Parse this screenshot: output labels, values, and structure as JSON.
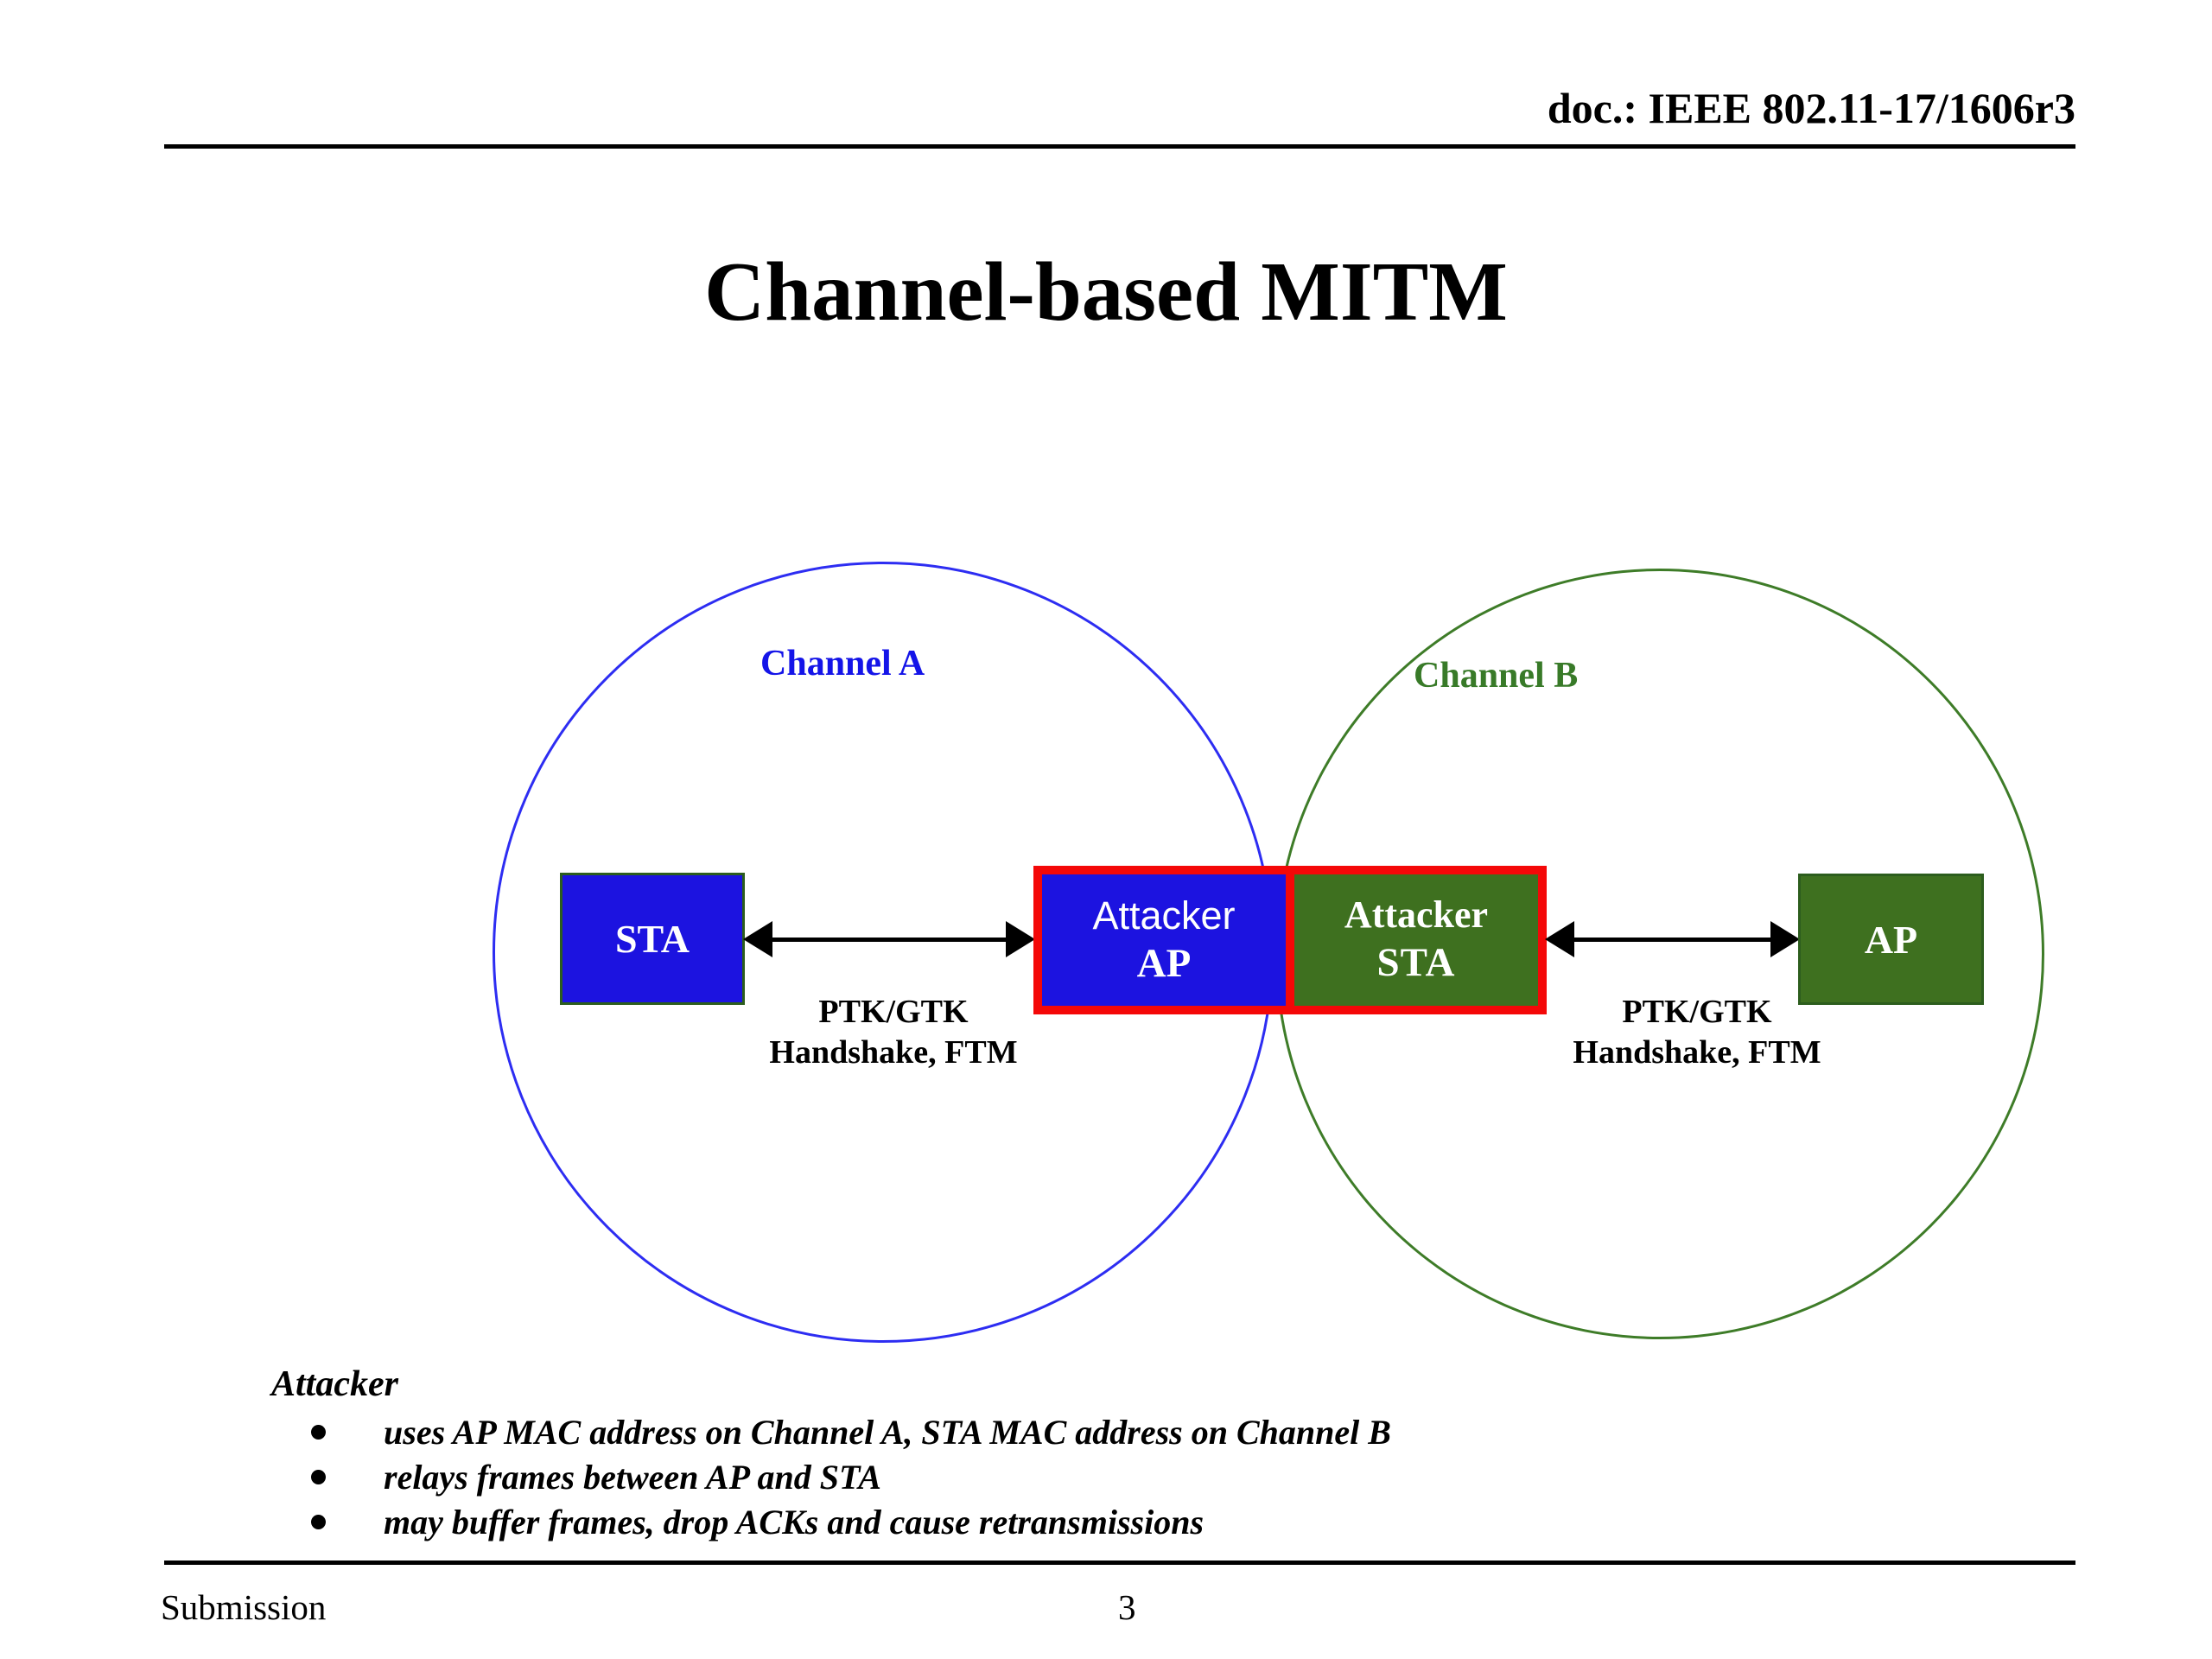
{
  "header": {
    "doc_id": "doc.: IEEE 802.11-17/1606r3"
  },
  "title": "Channel-based MITM",
  "diagram": {
    "channel_a": {
      "label": "Channel A",
      "text_color": "#1414e8",
      "circle_color": "#2d2df2"
    },
    "channel_b": {
      "label": "Channel B",
      "text_color": "#387a28",
      "circle_color": "#3e7c28"
    },
    "sta_box": {
      "label": "STA"
    },
    "attacker_ap_box": {
      "line1": "Attacker",
      "line2": "AP"
    },
    "attacker_sta_box": {
      "line1": "Attacker",
      "line2": "STA"
    },
    "ap_box": {
      "label": "AP"
    },
    "link_a": {
      "line1": "PTK/GTK",
      "line2": "Handshake, FTM"
    },
    "link_b": {
      "line1": "PTK/GTK",
      "line2": "Handshake, FTM"
    },
    "colors": {
      "blue_fill": "#1c13e0",
      "green_fill": "#3e701f",
      "red_border": "#f40808",
      "dark_green_border": "#2c5d1d"
    }
  },
  "notes": {
    "heading": "Attacker",
    "bullets": [
      "uses AP MAC address on Channel A, STA MAC address on Channel B",
      "relays frames between AP and STA",
      "may buffer frames, drop ACKs and cause retransmissions"
    ]
  },
  "footer": {
    "left": "Submission",
    "page": "3"
  }
}
